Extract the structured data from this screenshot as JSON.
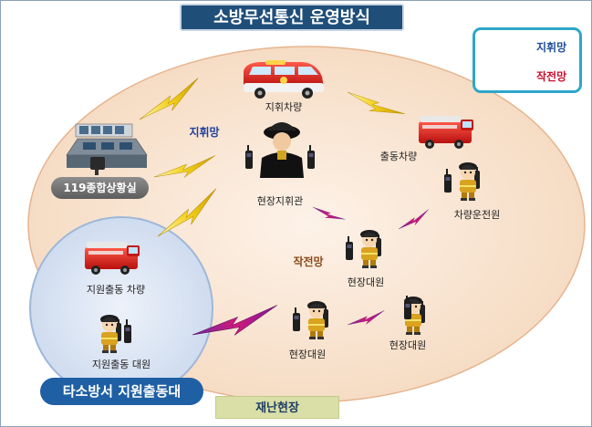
{
  "title": "소방무선통신 운영방식",
  "legend": {
    "items": [
      {
        "label": "지휘망",
        "color": "#1f4e9a"
      },
      {
        "label": "작전망",
        "color": "#c8102e"
      }
    ]
  },
  "networks": {
    "command": "지휘망",
    "operation": "작전망"
  },
  "nodes": {
    "command_vehicle": "지휘차량",
    "dispatch_vehicle": "출동차량",
    "center_119": "119종합상황실",
    "site_commander": "현장지휘관",
    "vehicle_operator": "차량운전원",
    "site_member_1": "현장대원",
    "site_member_2": "현장대원",
    "site_member_3": "현장대원",
    "support_vehicle": "지원출동 차량",
    "support_member": "지원출동 대원"
  },
  "zones": {
    "disaster_site": "재난현장",
    "other_station": "타소방서 지원출동대"
  },
  "colors": {
    "site_zone": "#f8e6d6",
    "support_zone": "#dbe6f4",
    "command_net": "#e8c820",
    "operation_net": "#b01070"
  }
}
